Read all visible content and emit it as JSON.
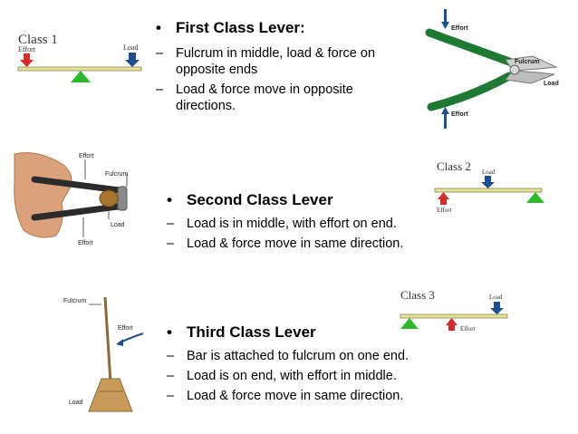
{
  "sections": [
    {
      "title": "First Class Lever:",
      "points": [
        "Fulcrum in middle, load & force on opposite ends",
        "Load & force move in opposite directions."
      ]
    },
    {
      "title": "Second Class Lever",
      "points": [
        "Load is in middle, with effort on end.",
        "Load & force move in same direction."
      ]
    },
    {
      "title": "Third Class Lever",
      "points": [
        "Bar is attached to fulcrum on one end.",
        "Load is on end, with effort in middle.",
        "Load & force move in same direction."
      ]
    }
  ],
  "diagrams": {
    "class1": {
      "title": "Class 1",
      "effort": "Effort",
      "load": "Load"
    },
    "class2": {
      "title": "Class 2",
      "effort": "Effort",
      "load": "Load"
    },
    "class3": {
      "title": "Class 3",
      "effort": "Effort",
      "load": "Load"
    }
  },
  "pliers": {
    "effort_top": "Effort",
    "fulcrum": "Fulcrum",
    "load": "Load",
    "effort_bottom": "Effort"
  },
  "nutcracker": {
    "effort_top": "Effort",
    "fulcrum": "Fulcrum",
    "load": "Load",
    "effort_bottom": "Effort"
  },
  "broom": {
    "fulcrum": "Fulcrum",
    "effort": "Effort",
    "load": "Load"
  },
  "colors": {
    "effort_arrow": "#d62b2b",
    "load_arrow": "#1f4e8c",
    "fulcrum": "#2db82d",
    "beam": "#e6e29a"
  }
}
